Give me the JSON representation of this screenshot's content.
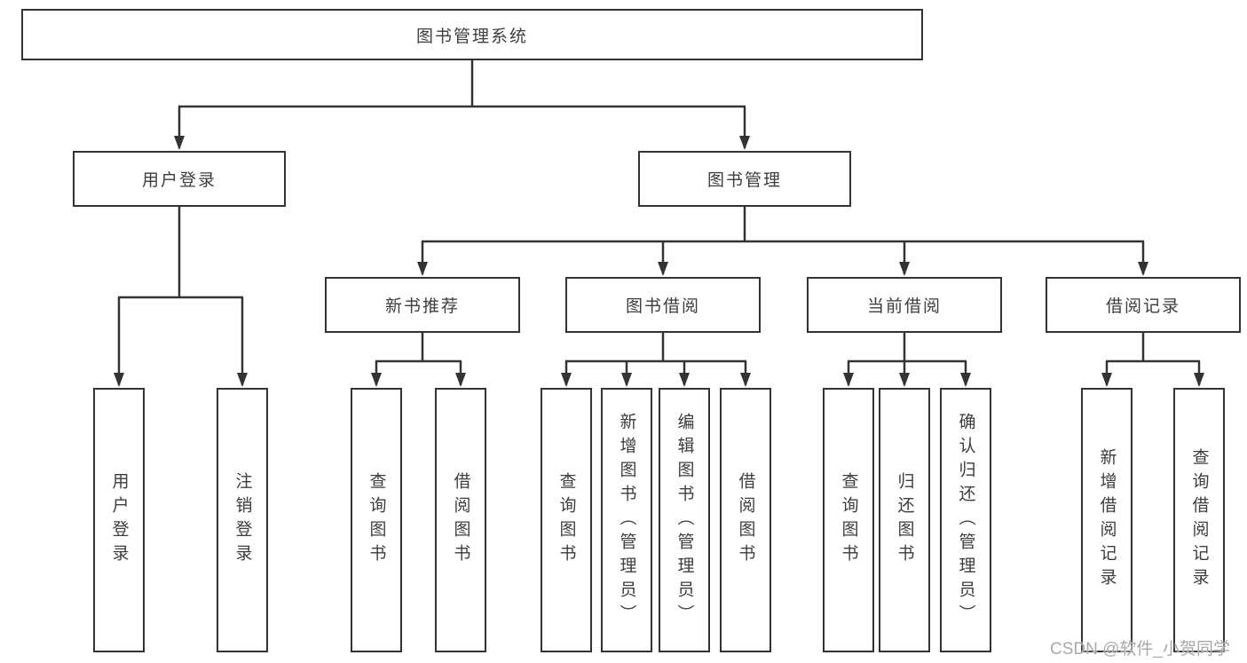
{
  "diagram": {
    "root": {
      "label": "图书管理系统"
    },
    "branches": [
      {
        "label": "用户登录",
        "leaves": [
          {
            "label": "用户登录"
          },
          {
            "label": "注销登录"
          }
        ]
      },
      {
        "label": "图书管理",
        "sections": [
          {
            "label": "新书推荐",
            "leaves": [
              {
                "label": "查询图书"
              },
              {
                "label": "借阅图书"
              }
            ]
          },
          {
            "label": "图书借阅",
            "leaves": [
              {
                "label": "查询图书"
              },
              {
                "label": "新增图书（管理员）"
              },
              {
                "label": "编辑图书（管理员）"
              },
              {
                "label": "借阅图书"
              }
            ]
          },
          {
            "label": "当前借阅",
            "leaves": [
              {
                "label": "查询图书"
              },
              {
                "label": "归还图书"
              },
              {
                "label": "确认归还（管理员）"
              }
            ]
          },
          {
            "label": "借阅记录",
            "leaves": [
              {
                "label": "新增借阅记录"
              },
              {
                "label": "查询借阅记录"
              }
            ]
          }
        ]
      }
    ]
  },
  "watermark": {
    "text": "CSDN @软件_小贺同学"
  },
  "colors": {
    "line": "#333333",
    "box_border": "#333333",
    "box_fill": "#ffffff",
    "text": "#3d3d3d",
    "watermark": "#a8a8a8",
    "background": "#ffffff"
  }
}
